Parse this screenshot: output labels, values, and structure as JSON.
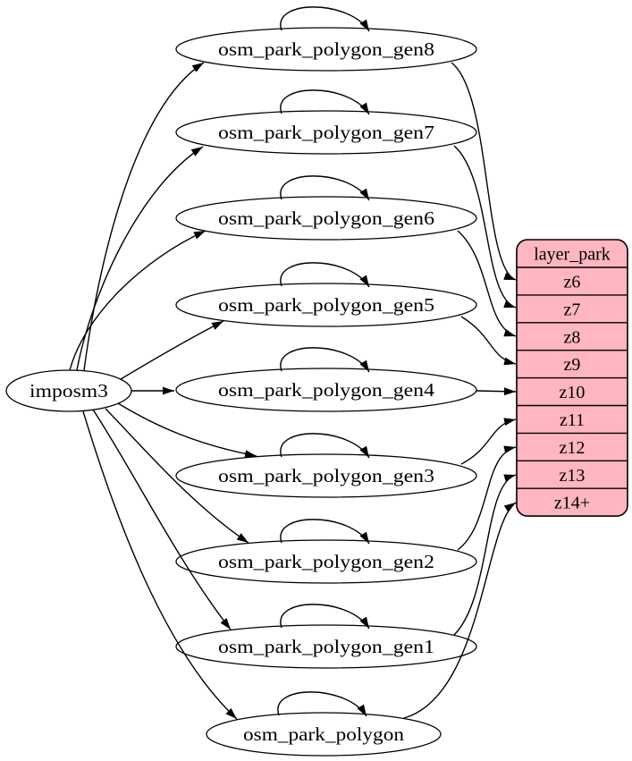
{
  "diagram": {
    "type": "dependency-graph",
    "source_node": {
      "label": "imposm3"
    },
    "table_nodes": [
      {
        "label": "osm_park_polygon_gen8",
        "self_loop": true,
        "target_row": "z6"
      },
      {
        "label": "osm_park_polygon_gen7",
        "self_loop": true,
        "target_row": "z7"
      },
      {
        "label": "osm_park_polygon_gen6",
        "self_loop": true,
        "target_row": "z8"
      },
      {
        "label": "osm_park_polygon_gen5",
        "self_loop": true,
        "target_row": "z9"
      },
      {
        "label": "osm_park_polygon_gen4",
        "self_loop": true,
        "target_row": "z10"
      },
      {
        "label": "osm_park_polygon_gen3",
        "self_loop": true,
        "target_row": "z11"
      },
      {
        "label": "osm_park_polygon_gen2",
        "self_loop": true,
        "target_row": "z12"
      },
      {
        "label": "osm_park_polygon_gen1",
        "self_loop": true,
        "target_row": "z13"
      },
      {
        "label": "osm_park_polygon",
        "self_loop": true,
        "target_row": "z14+"
      }
    ],
    "layer_table": {
      "title": "layer_park",
      "rows": [
        "z6",
        "z7",
        "z8",
        "z9",
        "z10",
        "z11",
        "z12",
        "z13",
        "z14+"
      ]
    },
    "colors": {
      "node_fill": "#ffffff",
      "table_fill": "#ffb6c1",
      "stroke": "#000000",
      "text": "#000000",
      "background": "#ffffff"
    }
  }
}
